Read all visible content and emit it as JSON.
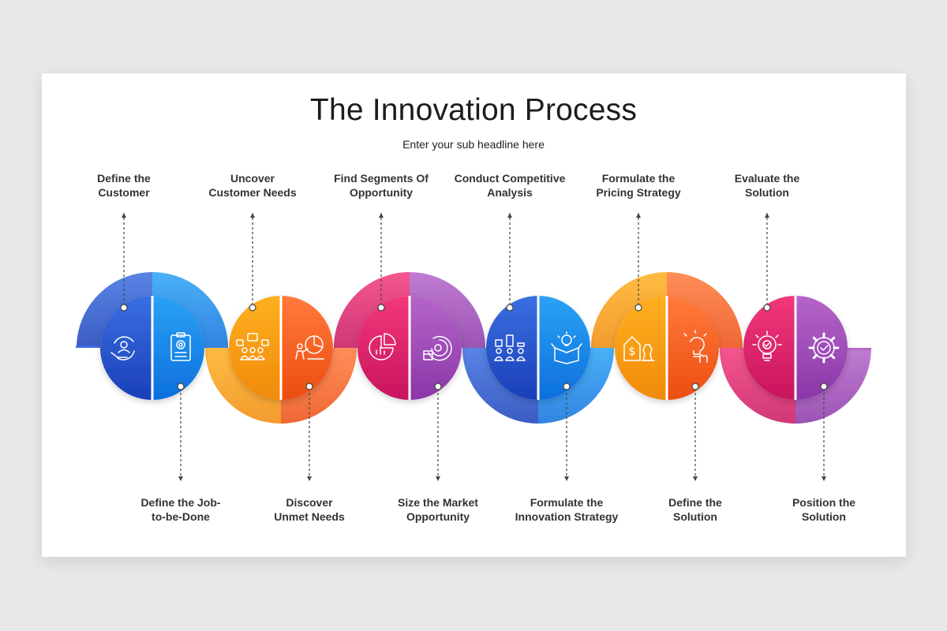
{
  "slide": {
    "title": "The Innovation Process",
    "subtitle": "Enter your sub headline here"
  },
  "steps": [
    {
      "top_label_line1": "Define the",
      "top_label_line2": "Customer",
      "bottom_label_line1": "Define the Job-",
      "bottom_label_line2": "to-be-Done",
      "left_icon": "customer-cycle-icon",
      "right_icon": "checklist-gear-icon",
      "color_a": "#3a6fe0",
      "color_b": "#1a3fb8",
      "color_c": "#2aa2f5",
      "color_d": "#0d6fdc"
    },
    {
      "top_label_line1": "Uncover",
      "top_label_line2": "Customer Needs",
      "bottom_label_line1": "Discover",
      "bottom_label_line2": "Unmet Needs",
      "left_icon": "team-ideas-icon",
      "right_icon": "presenter-chart-icon",
      "color_a": "#ffb020",
      "color_b": "#f08a0a",
      "color_c": "#ff7a3c",
      "color_d": "#ec4d10"
    },
    {
      "top_label_line1": "Find Segments Of",
      "top_label_line2": "Opportunity",
      "bottom_label_line1": "Size the Market",
      "bottom_label_line2": "Opportunity",
      "left_icon": "segment-chart-icon",
      "right_icon": "market-size-icon",
      "color_a": "#f2387a",
      "color_b": "#c8145e",
      "color_c": "#b565c9",
      "color_d": "#8a36a8"
    },
    {
      "top_label_line1": "Conduct Competitive",
      "top_label_line2": "Analysis",
      "bottom_label_line1": "Formulate the",
      "bottom_label_line2": "Innovation Strategy",
      "left_icon": "competitor-bars-icon",
      "right_icon": "idea-box-icon",
      "color_a": "#3a6fe0",
      "color_b": "#1a3fb8",
      "color_c": "#2aa2f5",
      "color_d": "#0d6fdc"
    },
    {
      "top_label_line1": "Formulate the",
      "top_label_line2": "Pricing Strategy",
      "bottom_label_line1": "Define the",
      "bottom_label_line2": "Solution",
      "left_icon": "pricing-chess-icon",
      "right_icon": "idea-hand-icon",
      "color_a": "#ffb020",
      "color_b": "#f08a0a",
      "color_c": "#ff7a3c",
      "color_d": "#ec4d10"
    },
    {
      "top_label_line1": "Evaluate the",
      "top_label_line2": "Solution",
      "bottom_label_line1": "Position the",
      "bottom_label_line2": "Solution",
      "left_icon": "bulb-gear-icon",
      "right_icon": "gear-check-icon",
      "color_a": "#f2387a",
      "color_b": "#c8145e",
      "color_c": "#b565c9",
      "color_d": "#8a36a8"
    }
  ]
}
